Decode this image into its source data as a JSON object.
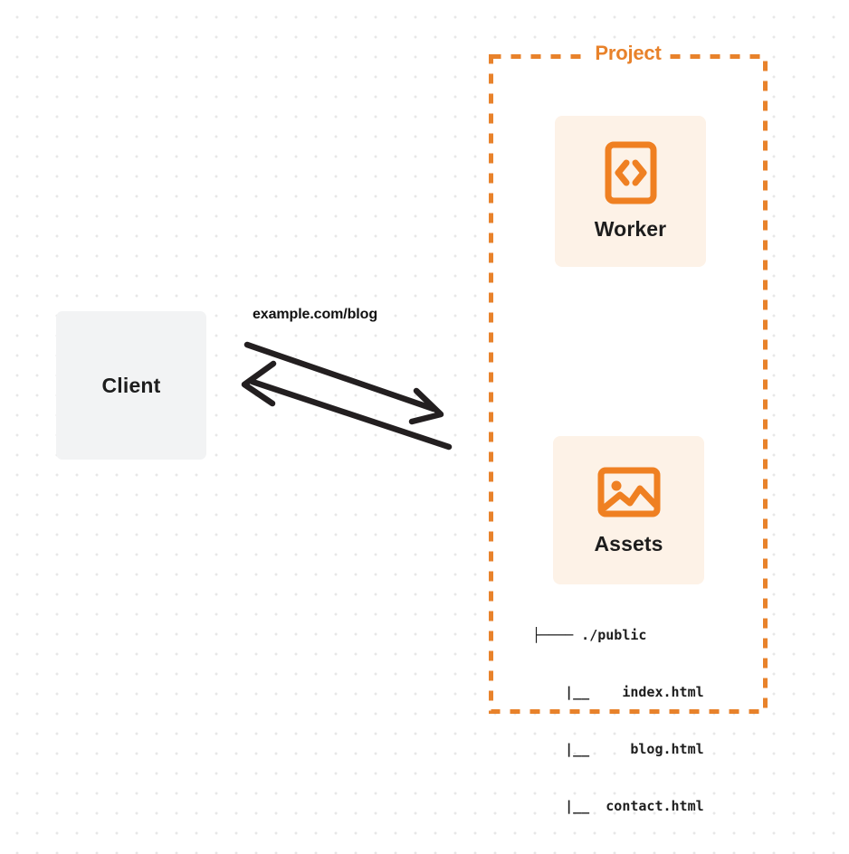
{
  "diagram": {
    "title": "Worker and Assets request flow",
    "colors": {
      "accent_orange": "#e8822b",
      "card_background": "#fdf2e7",
      "client_background": "#f2f3f4",
      "text_dark": "#1d1d1d",
      "arrow_stroke": "#231f20",
      "page_background": "#ffffff",
      "dot_grid": "#e7e7e7"
    }
  },
  "client": {
    "label": "Client"
  },
  "edge": {
    "label": "example.com/blog",
    "request_arrow_name": "request-arrow",
    "response_arrow_name": "response-arrow"
  },
  "project": {
    "title": "Project",
    "resources": [
      {
        "label": "Worker",
        "icon": "code-brackets-icon"
      },
      {
        "label": "Assets",
        "icon": "image-icon"
      }
    ],
    "file_tree": [
      "├──── ./public",
      "    |__    index.html",
      "    |__     blog.html",
      "    |__  contact.html"
    ]
  }
}
